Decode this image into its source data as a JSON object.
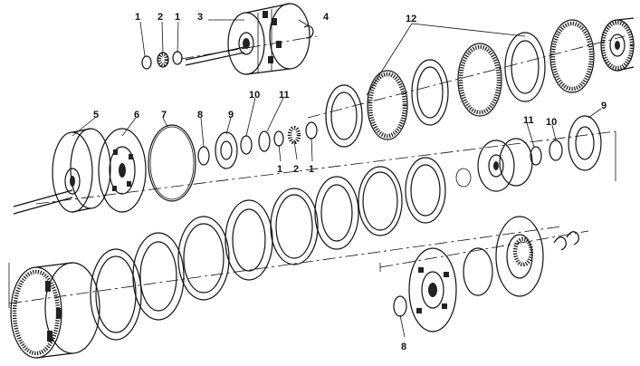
{
  "callouts": {
    "c1a": "1",
    "c2a": "2",
    "c1b": "1",
    "c3": "3",
    "c4": "4",
    "c12": "12",
    "c5": "5",
    "c6": "6",
    "c7": "7",
    "c8": "8",
    "c9": "9",
    "c10": "10",
    "c11": "11",
    "c1c": "1",
    "c2b": "2",
    "c1d": "1",
    "c11b": "11",
    "c10b": "10",
    "c9b": "9",
    "c8b": "8"
  }
}
